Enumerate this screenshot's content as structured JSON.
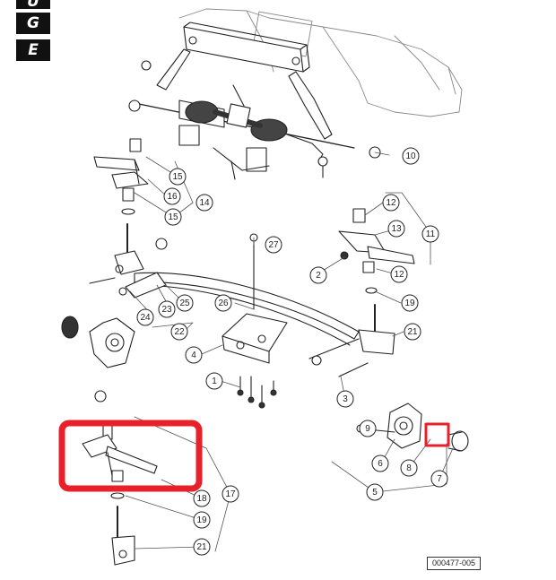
{
  "section_tabs": [
    {
      "label": "U"
    },
    {
      "label": "G"
    },
    {
      "label": "E"
    }
  ],
  "callouts": [
    {
      "id": "c1",
      "label": "1"
    },
    {
      "id": "c2",
      "label": "2"
    },
    {
      "id": "c3",
      "label": "3"
    },
    {
      "id": "c4",
      "label": "4"
    },
    {
      "id": "c5",
      "label": "5"
    },
    {
      "id": "c6",
      "label": "6"
    },
    {
      "id": "c7",
      "label": "7"
    },
    {
      "id": "c8",
      "label": "8"
    },
    {
      "id": "c9",
      "label": "9"
    },
    {
      "id": "c10",
      "label": "10"
    },
    {
      "id": "c11",
      "label": "11"
    },
    {
      "id": "c12a",
      "label": "12"
    },
    {
      "id": "c12b",
      "label": "12"
    },
    {
      "id": "c13",
      "label": "13"
    },
    {
      "id": "c14",
      "label": "14"
    },
    {
      "id": "c15a",
      "label": "15"
    },
    {
      "id": "c15b",
      "label": "15"
    },
    {
      "id": "c16",
      "label": "16"
    },
    {
      "id": "c17",
      "label": "17"
    },
    {
      "id": "c18",
      "label": "18"
    },
    {
      "id": "c19a",
      "label": "19"
    },
    {
      "id": "c19b",
      "label": "19"
    },
    {
      "id": "c21a",
      "label": "21"
    },
    {
      "id": "c21b",
      "label": "21"
    },
    {
      "id": "c22",
      "label": "22"
    },
    {
      "id": "c23",
      "label": "23"
    },
    {
      "id": "c24",
      "label": "24"
    },
    {
      "id": "c25",
      "label": "25"
    },
    {
      "id": "c26",
      "label": "26"
    },
    {
      "id": "c27",
      "label": "27"
    }
  ],
  "part_number": "000477-005",
  "colors": {
    "highlight": "#e8202a",
    "line": "#222222",
    "tab_bg": "#111111"
  }
}
